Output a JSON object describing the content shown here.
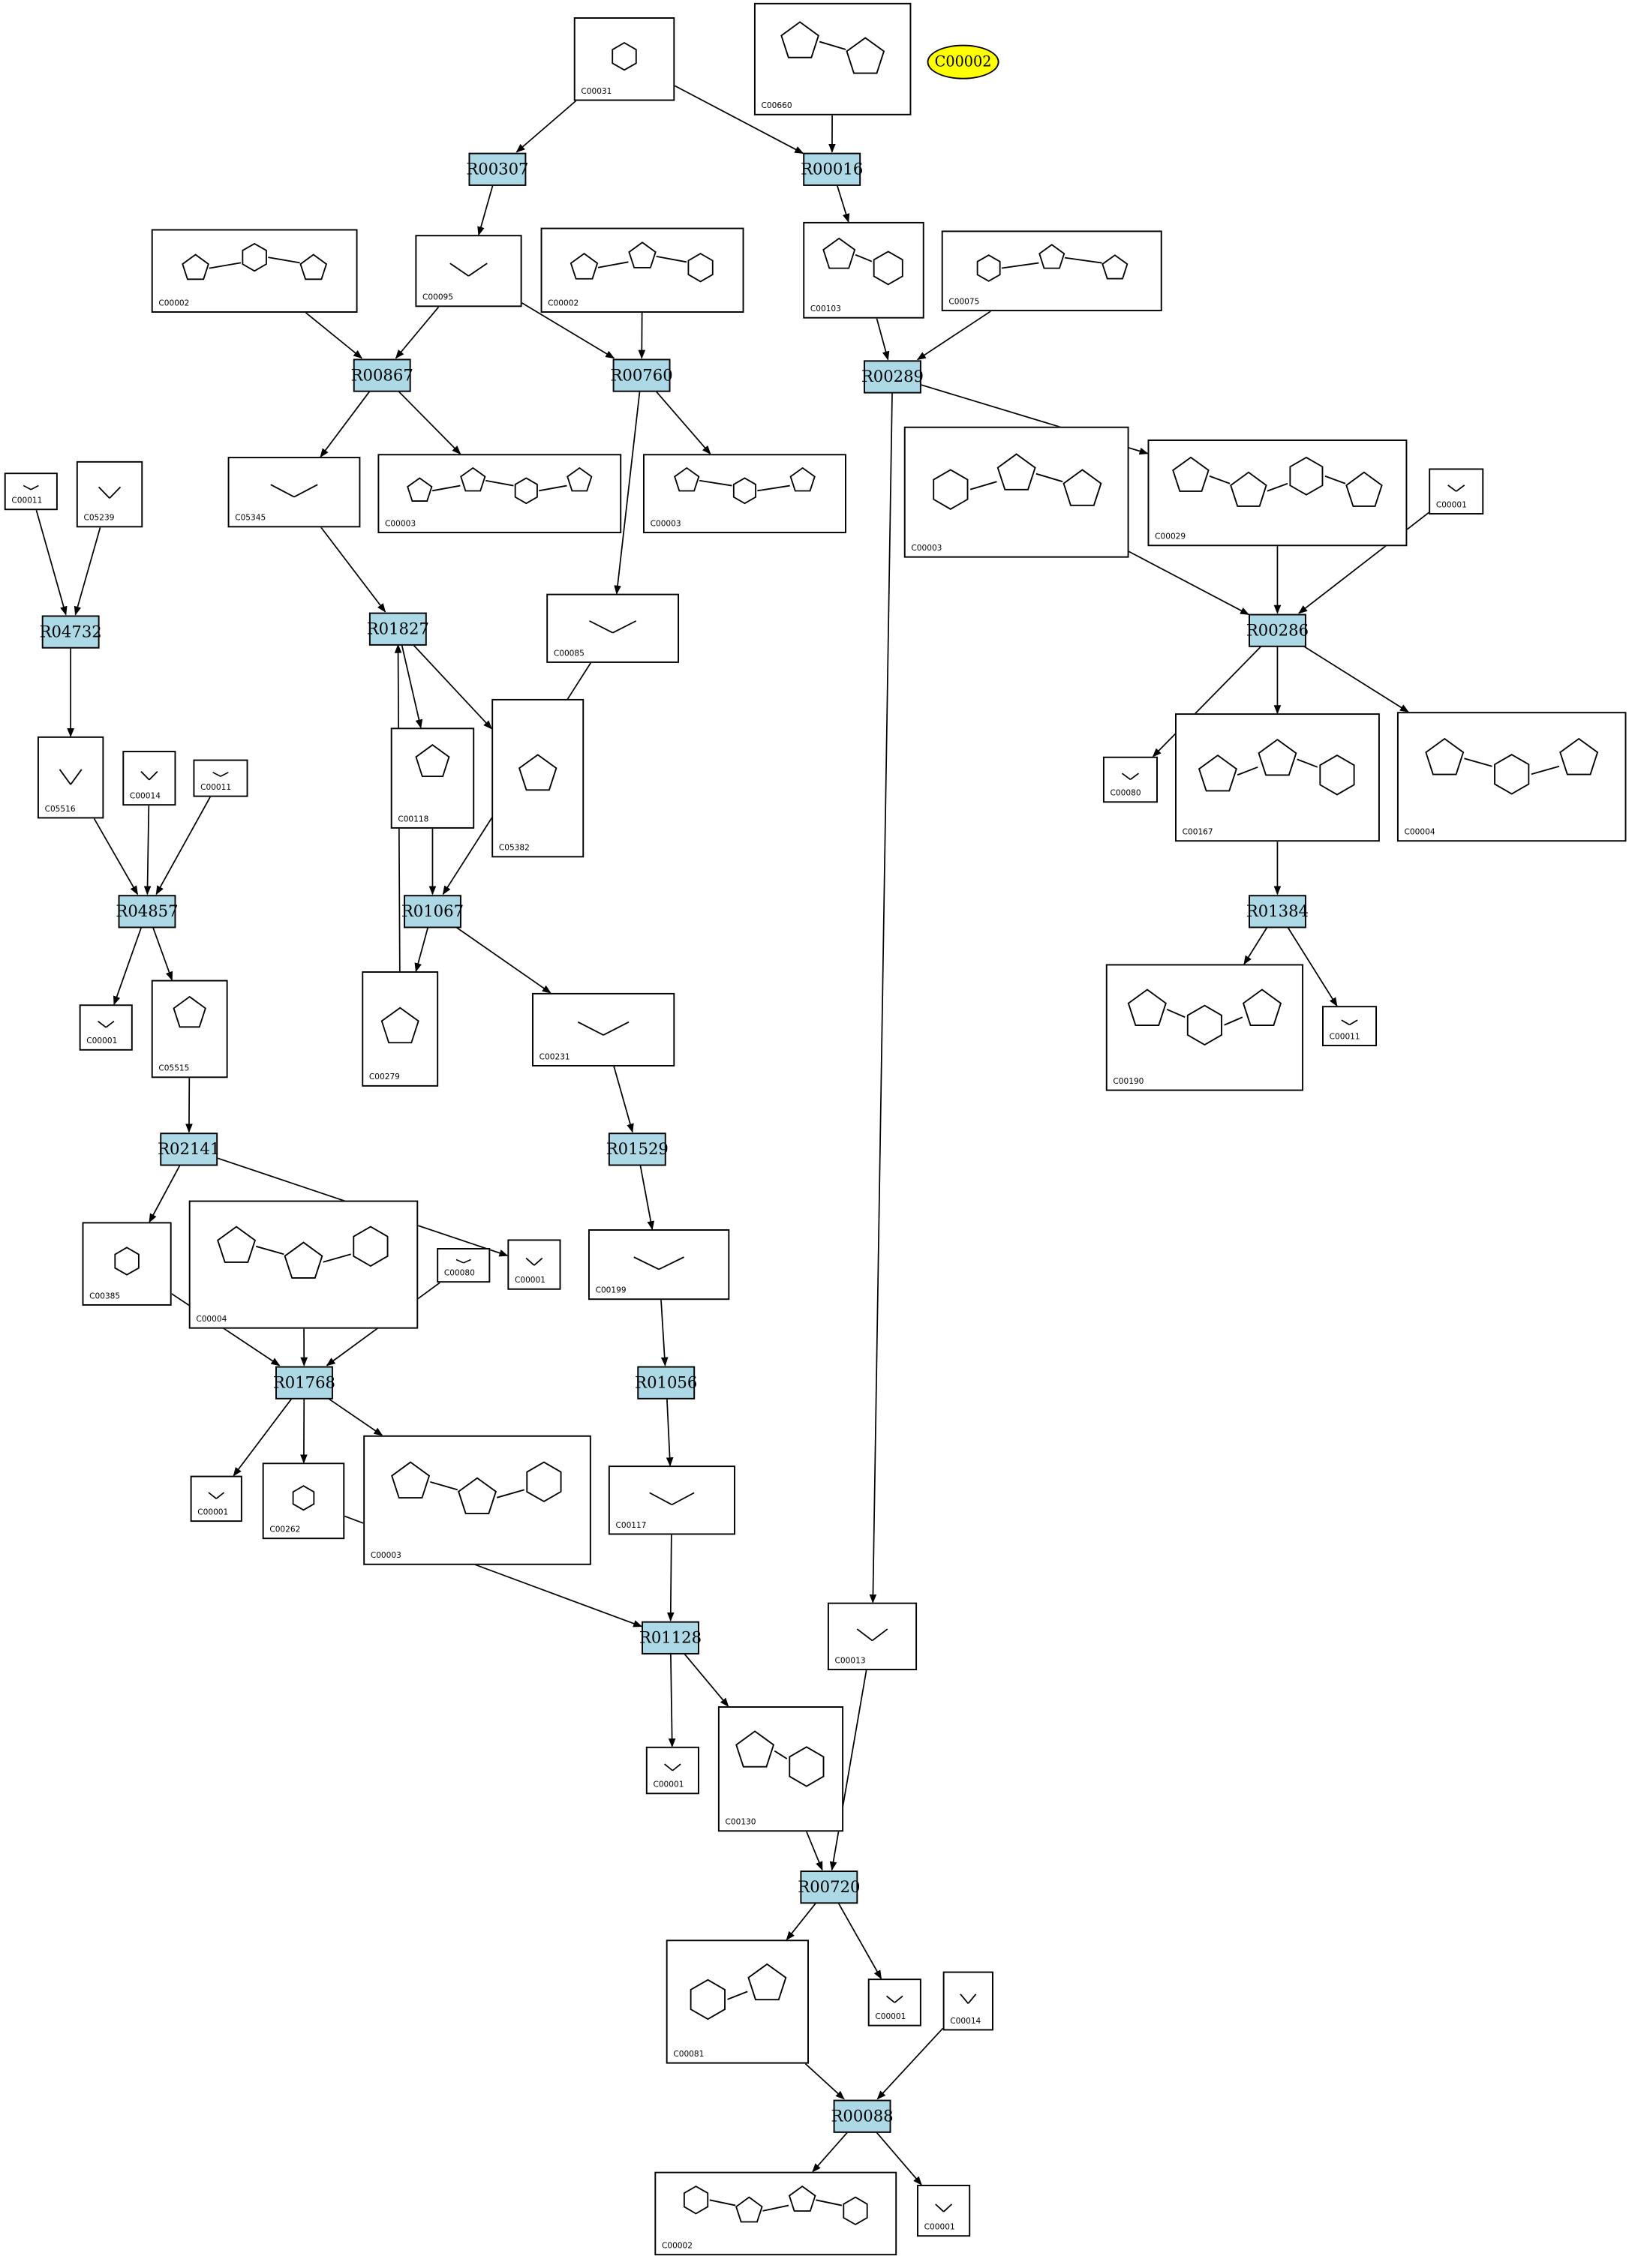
{
  "diagram": {
    "colors": {
      "reaction_fill": "#add8e6",
      "highlight_fill": "#ffff00",
      "edge": "#000000"
    },
    "highlight": "C00002",
    "reactions": [
      "R00307",
      "R00016",
      "R00867",
      "R00760",
      "R00289",
      "R04732",
      "R01827",
      "R00286",
      "R04857",
      "R01067",
      "R01384",
      "R02141",
      "R01529",
      "R01768",
      "R01056",
      "R01128",
      "R00720",
      "R00088"
    ],
    "compounds": [
      "C00031",
      "C00660",
      "C00002",
      "C00095",
      "C00002",
      "C00103",
      "C00075",
      "C00011",
      "C05239",
      "C05345",
      "C00003",
      "C00003",
      "C00003",
      "C00029",
      "C00001",
      "C00085",
      "C05516",
      "C00014",
      "C00011",
      "C00118",
      "C05382",
      "C00080",
      "C00167",
      "C00004",
      "C00001",
      "C05515",
      "C00279",
      "C00231",
      "C00011",
      "C00190",
      "C00385",
      "C00004",
      "C00080",
      "C00001",
      "C00199",
      "C00001",
      "C00262",
      "C00003",
      "C00117",
      "C00013",
      "C00001",
      "C00130",
      "C00081",
      "C00001",
      "C00014",
      "C00002",
      "C00001"
    ]
  }
}
